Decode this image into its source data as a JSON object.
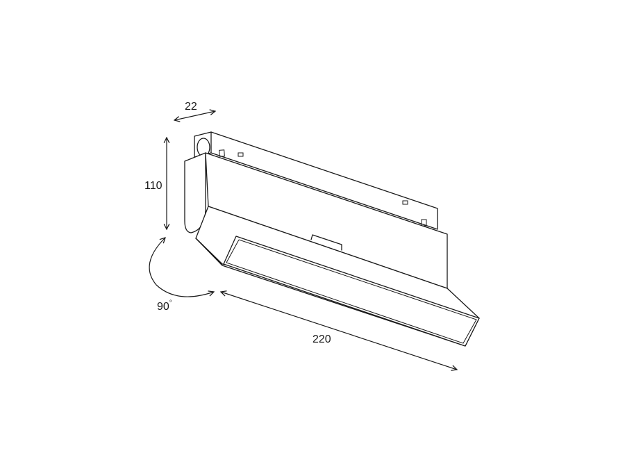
{
  "drawing": {
    "subject": "track-light-fixture-dimension-drawing",
    "dimensions": {
      "width": {
        "value": "22"
      },
      "height": {
        "value": "110"
      },
      "length": {
        "value": "220"
      },
      "rotation": {
        "value": "90",
        "unit": "°"
      }
    },
    "colors": {
      "line": "#1a1a1a",
      "background": "#ffffff"
    }
  }
}
